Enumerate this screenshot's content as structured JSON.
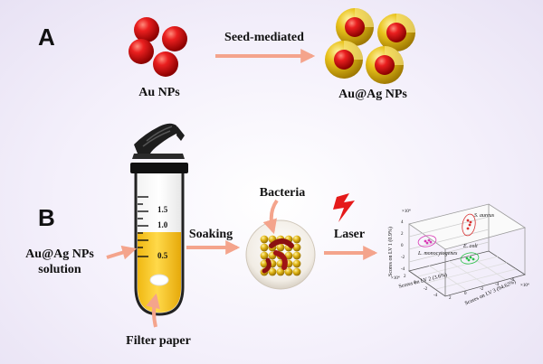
{
  "panel_a": {
    "label": "A",
    "left_caption": "Au NPs",
    "arrow_label": "Seed-mediated",
    "right_caption": "Au@Ag NPs"
  },
  "panel_b": {
    "label": "B",
    "solution_label": [
      "Au@Ag NPs",
      "solution"
    ],
    "filter_label": "Filter paper",
    "tube_marks": [
      "1.5",
      "1.0",
      "0.5"
    ],
    "step1": "Soaking",
    "bacteria_label": "Bacteria",
    "step2": "Laser",
    "plot": {
      "y_axis_label": "Scores on LV 1 (0.9%)",
      "x_axis_label": "Scores on LV 2 (3.6%)",
      "z_axis_label": "Scores on LV 3 (94.62%)",
      "y_ticks": [
        "4",
        "2",
        "0",
        "-2",
        "-4"
      ],
      "y_exp": "×10⁴",
      "x_ticks": [
        "2",
        "0",
        "-2",
        "-4"
      ],
      "x_exp": "×10⁴",
      "z_ticks": [
        "2",
        "0",
        "-2",
        "-4",
        "-6"
      ],
      "z_exp": "×10⁴",
      "groups": [
        "S. aureus",
        "E. coli",
        "L. monocytogenes"
      ]
    }
  },
  "colors": {
    "arrow": "#f4a48c",
    "au_red": "#e01818",
    "ag_yellow": "#e8c21a",
    "tube_liquid": "#f3c51c",
    "s_aureus": "#d93030",
    "e_coli": "#2bc24a",
    "l_mono": "#d83ab5"
  }
}
